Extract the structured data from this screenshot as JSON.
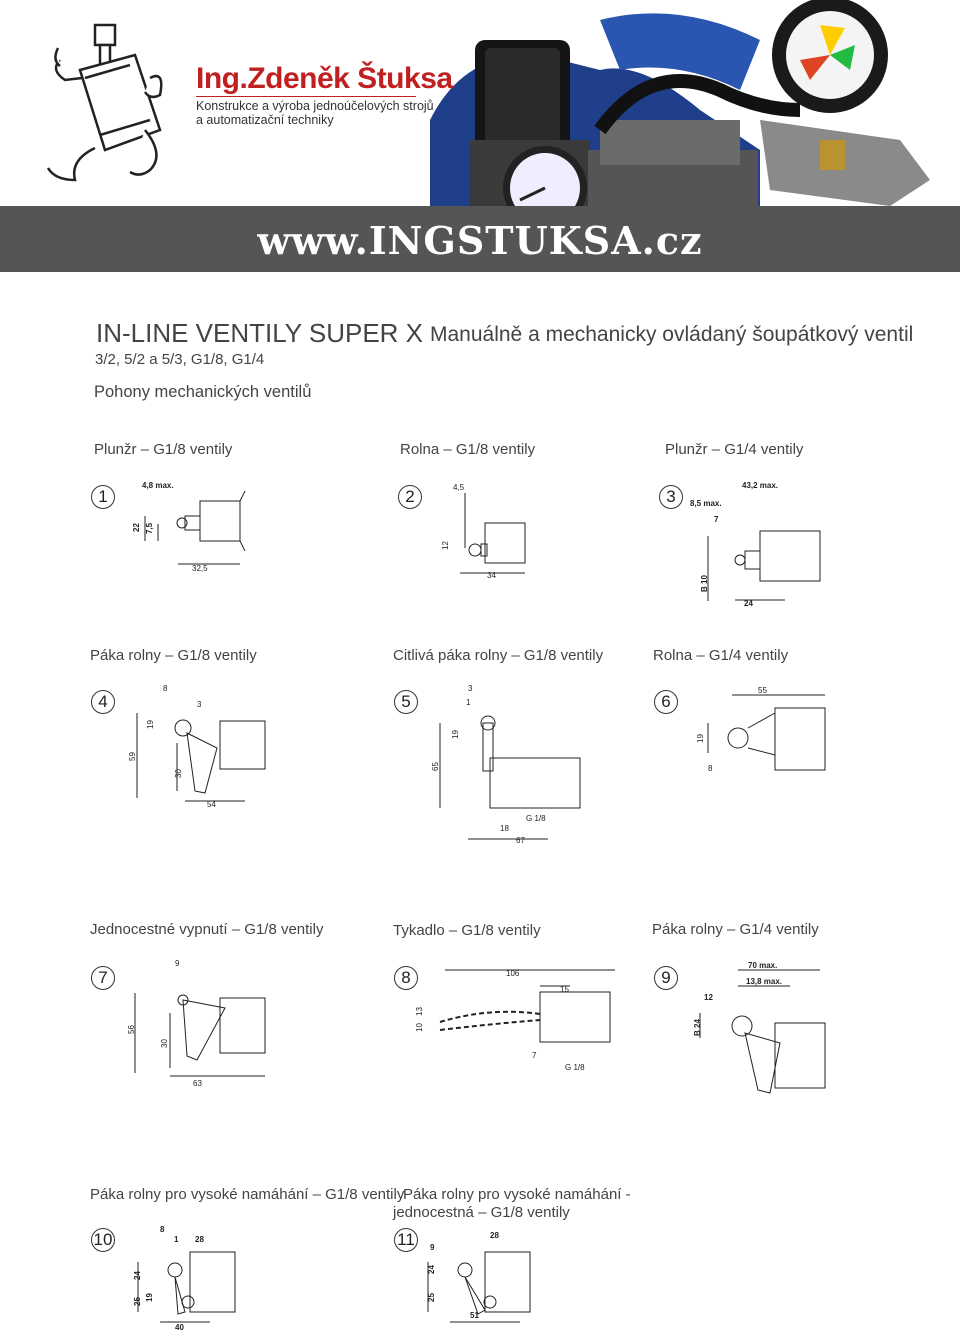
{
  "header": {
    "company": "Ing.Zdeněk Štuksa",
    "tagline_line1": "Konstrukce a výroba jednoúčelových strojů",
    "tagline_line2": "a automatizační techniky",
    "url": "www.INGSTUKSA.cz",
    "colors": {
      "brand_red": "#c0201f",
      "banner_gray": "#555555",
      "photo_blue": "#1f3f8a"
    }
  },
  "title": {
    "main": "IN-LINE VENTILY SUPER X",
    "sub": "Manuálně a mechanicky ovládaný šoupátkový ventil",
    "spec": "3/2, 5/2 a 5/3, G1/8, G1/4",
    "section": "Pohony mechanických ventilů"
  },
  "items": [
    {
      "num": "1",
      "caption": "Plunžr – G1/8 ventily",
      "dims": [
        "4,8 max.",
        "22",
        "7,5",
        "32,5"
      ]
    },
    {
      "num": "2",
      "caption": "Rolna – G1/8 ventily",
      "dims": [
        "4,5",
        "12",
        "34"
      ]
    },
    {
      "num": "3",
      "caption": "Plunžr – G1/4 ventily",
      "dims": [
        "43,2 max.",
        "8,5 max.",
        "7",
        "B 10",
        "24"
      ]
    },
    {
      "num": "4",
      "caption": "Páka rolny – G1/8 ventily",
      "dims": [
        "8",
        "3",
        "19",
        "59",
        "30",
        "54"
      ]
    },
    {
      "num": "5",
      "caption": "Citlivá páka rolny – G1/8 ventily",
      "dims": [
        "3",
        "1",
        "19",
        "65",
        "18",
        "67",
        "G 1/8"
      ]
    },
    {
      "num": "6",
      "caption": "Rolna – G1/4 ventily",
      "dims": [
        "55",
        "19",
        "8"
      ]
    },
    {
      "num": "7",
      "caption": "Jednocestné vypnutí – G1/8 ventily",
      "dims": [
        "9",
        "56",
        "30",
        "63"
      ]
    },
    {
      "num": "8",
      "caption": "Tykadlo – G1/8 ventily",
      "dims": [
        "106",
        "15",
        "10",
        "13",
        "7",
        "G 1/8"
      ]
    },
    {
      "num": "9",
      "caption": "Páka rolny – G1/4 ventily",
      "dims": [
        "70 max.",
        "13,8 max.",
        "12",
        "B 24"
      ]
    },
    {
      "num": "10",
      "caption": "Páka rolny pro vysoké namáhání – G1/8 ventily",
      "dims": [
        "8",
        "1",
        "28",
        "24",
        "25",
        "19",
        "40"
      ]
    },
    {
      "num": "11",
      "caption_line1": "Páka rolny pro vysoké namáhání -",
      "caption_line2": "jednocestná – G1/8 ventily",
      "dims": [
        "9",
        "28",
        "24",
        "25",
        "51"
      ]
    }
  ]
}
